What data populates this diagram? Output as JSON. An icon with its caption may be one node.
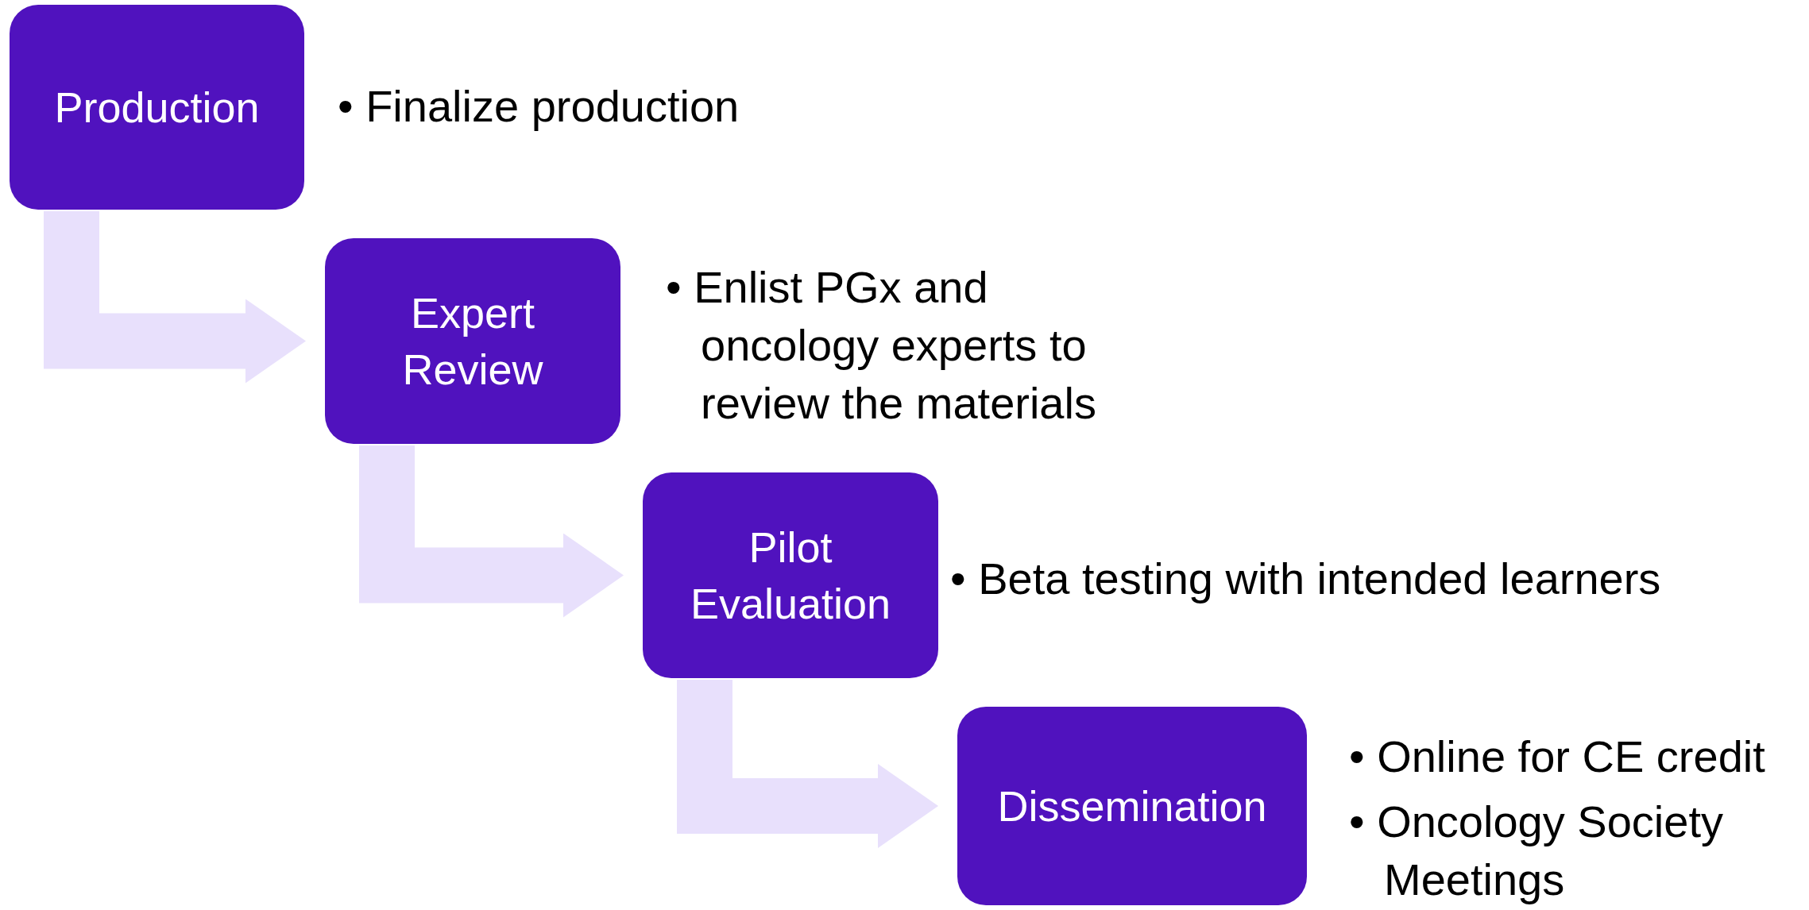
{
  "diagram": {
    "nodes": [
      {
        "text": [
          "Production"
        ],
        "beside": [
          "• Finalize production"
        ]
      },
      {
        "text": [
          "Expert Review"
        ],
        "beside": [
          "• Enlist PGx and oncology experts to review the materials"
        ]
      },
      {
        "text": [
          "Pilot Evaluation"
        ],
        "beside": [
          "• Beta testing with intended learners"
        ]
      },
      {
        "text": [
          "Dissemination"
        ],
        "beside": [
          "• Online for CE credit",
          "• Oncology Society Meetings"
        ]
      }
    ],
    "edges": [
      {
        "from": 0,
        "to": 1,
        "arrow": "to"
      },
      {
        "from": 1,
        "to": 2,
        "arrow": "to"
      },
      {
        "from": 2,
        "to": 3,
        "arrow": "to"
      }
    ]
  }
}
